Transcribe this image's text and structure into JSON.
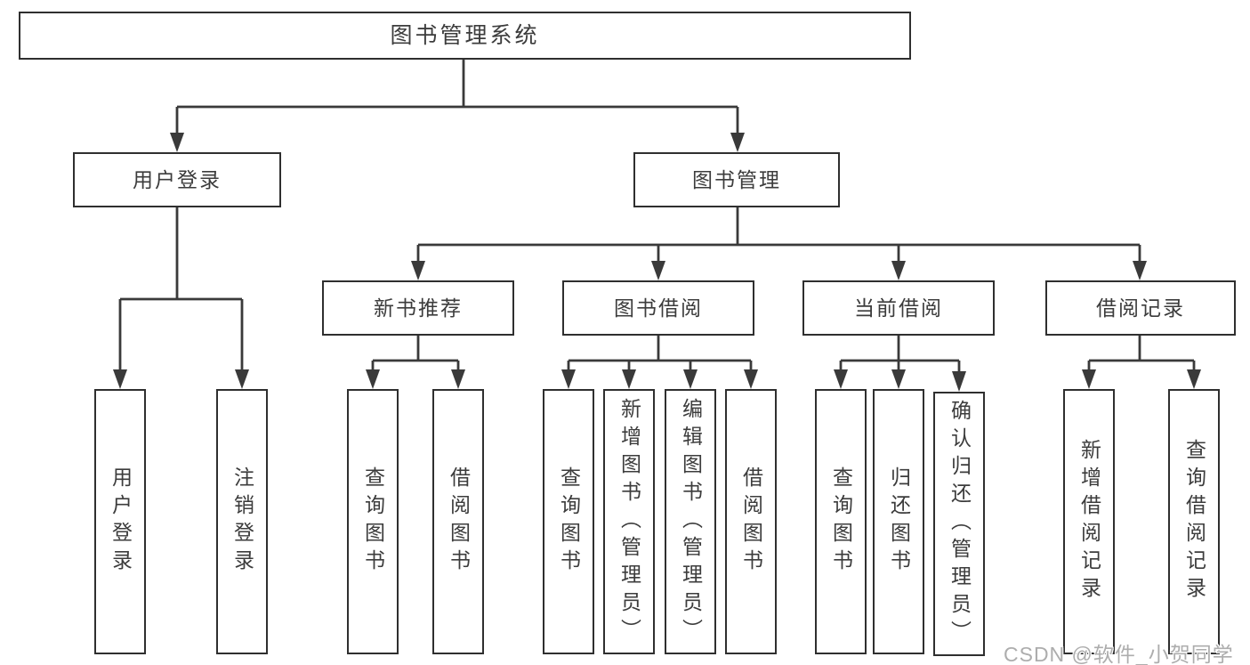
{
  "tree": {
    "label": "图书管理系统",
    "children": [
      {
        "label": "用户登录",
        "children": [
          {
            "label": "用户登录"
          },
          {
            "label": "注销登录"
          }
        ]
      },
      {
        "label": "图书管理",
        "children": [
          {
            "label": "新书推荐",
            "children": [
              {
                "label": "查询图书"
              },
              {
                "label": "借阅图书"
              }
            ]
          },
          {
            "label": "图书借阅",
            "children": [
              {
                "label": "查询图书"
              },
              {
                "label": "新增图书（管理员）"
              },
              {
                "label": "编辑图书（管理员）"
              },
              {
                "label": "借阅图书"
              }
            ]
          },
          {
            "label": "当前借阅",
            "children": [
              {
                "label": "查询图书"
              },
              {
                "label": "归还图书"
              },
              {
                "label": "确认归还（管理员）"
              }
            ]
          },
          {
            "label": "借阅记录",
            "children": [
              {
                "label": "新增借阅记录"
              },
              {
                "label": "查询借阅记录"
              }
            ]
          }
        ]
      }
    ]
  },
  "watermark": {
    "text": "CSDN @软件_小贺同学"
  },
  "colors": {
    "line": "#3a3a3a",
    "border": "#2f2f2f",
    "text": "#3c3c3c",
    "watermark": "#adadad",
    "background": "#ffffff"
  }
}
